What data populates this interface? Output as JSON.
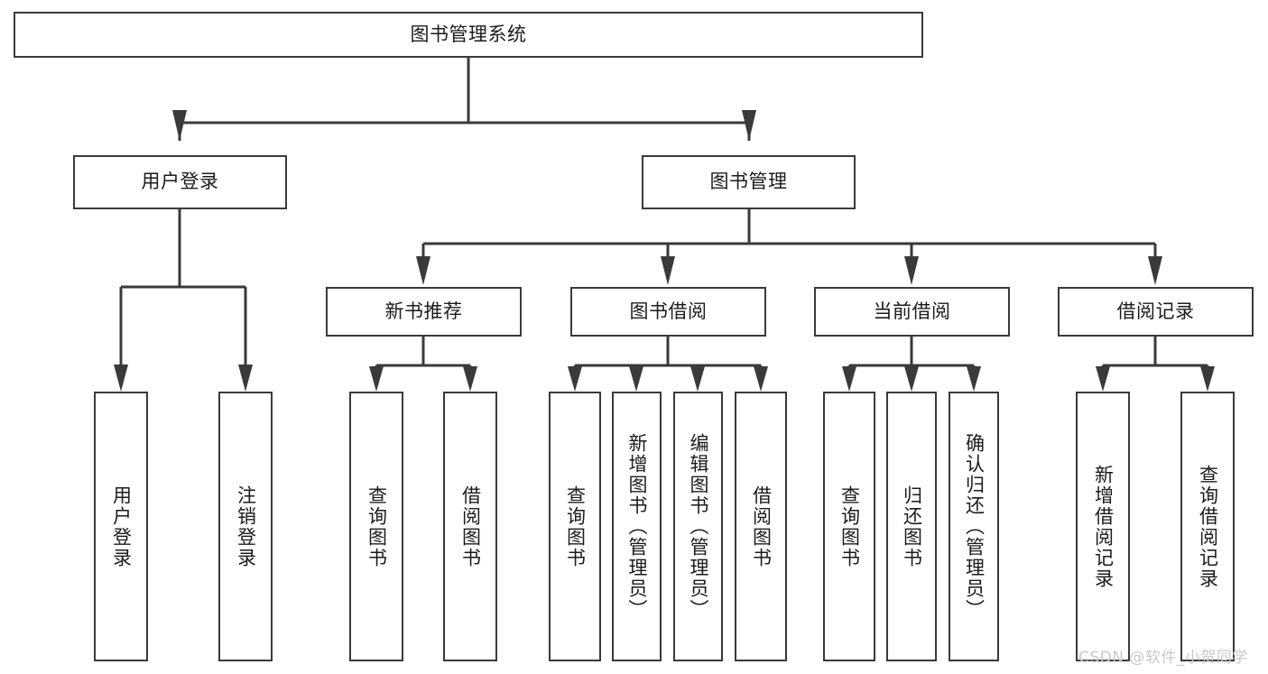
{
  "diagram": {
    "title": "图书管理系统",
    "watermark": "CSDN @软件_小贺同学",
    "stroke_color": "#3a3a3a",
    "fill_color": "#ffffff",
    "text_color": "#1b1b1b",
    "watermark_color": "#c9c9c9",
    "nodes": {
      "root": {
        "label": "图书管理系统",
        "orientation": "horizontal"
      },
      "level2": [
        {
          "id": "user-login",
          "label": "用户登录",
          "orientation": "horizontal"
        },
        {
          "id": "book-management",
          "label": "图书管理",
          "orientation": "horizontal"
        }
      ],
      "level3": [
        {
          "id": "new-book-recommend",
          "label": "新书推荐",
          "orientation": "horizontal"
        },
        {
          "id": "book-borrow",
          "label": "图书借阅",
          "orientation": "horizontal"
        },
        {
          "id": "current-borrow",
          "label": "当前借阅",
          "orientation": "horizontal"
        },
        {
          "id": "borrow-record",
          "label": "借阅记录",
          "orientation": "horizontal"
        }
      ],
      "leaves": [
        {
          "id": "leaf-user-login",
          "label": "用户登录",
          "orientation": "vertical",
          "parent": "user-login"
        },
        {
          "id": "leaf-user-logout",
          "label": "注销登录",
          "orientation": "vertical",
          "parent": "user-login"
        },
        {
          "id": "leaf-query-book-1",
          "label": "查询图书",
          "orientation": "vertical",
          "parent": "new-book-recommend"
        },
        {
          "id": "leaf-borrow-book-1",
          "label": "借阅图书",
          "orientation": "vertical",
          "parent": "new-book-recommend"
        },
        {
          "id": "leaf-query-book-2",
          "label": "查询图书",
          "orientation": "vertical",
          "parent": "book-borrow"
        },
        {
          "id": "leaf-add-book",
          "label": "新增图书（管理员）",
          "orientation": "vertical",
          "parent": "book-borrow"
        },
        {
          "id": "leaf-edit-book",
          "label": "编辑图书（管理员）",
          "orientation": "vertical",
          "parent": "book-borrow"
        },
        {
          "id": "leaf-borrow-book-2",
          "label": "借阅图书",
          "orientation": "vertical",
          "parent": "book-borrow"
        },
        {
          "id": "leaf-query-book-3",
          "label": "查询图书",
          "orientation": "vertical",
          "parent": "current-borrow"
        },
        {
          "id": "leaf-return-book",
          "label": "归还图书",
          "orientation": "vertical",
          "parent": "current-borrow"
        },
        {
          "id": "leaf-confirm-return",
          "label": "确认归还（管理员）",
          "orientation": "vertical",
          "parent": "current-borrow"
        },
        {
          "id": "leaf-add-record",
          "label": "新增借阅记录",
          "orientation": "vertical",
          "parent": "borrow-record"
        },
        {
          "id": "leaf-query-record",
          "label": "查询借阅记录",
          "orientation": "vertical",
          "parent": "borrow-record"
        }
      ]
    }
  }
}
